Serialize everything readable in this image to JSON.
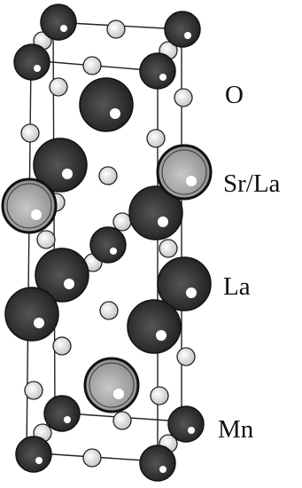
{
  "labels": {
    "oxygen": "O",
    "sr_la": "Sr/La",
    "lanthanum": "La",
    "manganese": "Mn"
  },
  "colors": {
    "oxygen": "#d6d6d6",
    "sr_la": "#a9a9a9",
    "lanthanum": "#3a3a3a",
    "manganese": "#2f2f2f",
    "bond": "#222222"
  }
}
